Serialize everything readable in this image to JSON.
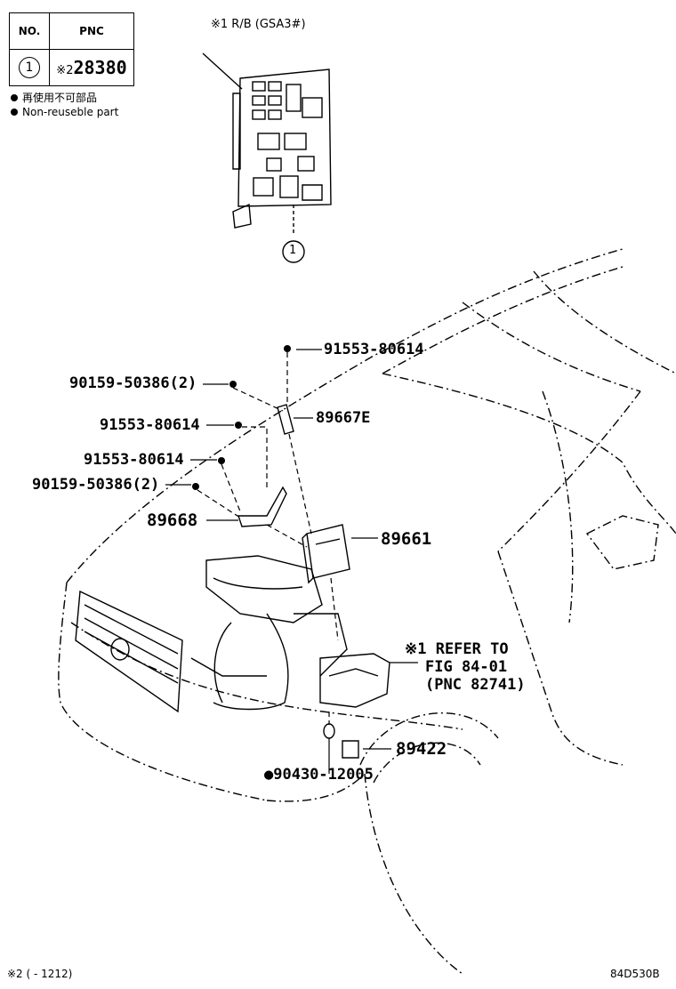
{
  "table": {
    "header_no": "NO.",
    "header_pnc": "PNC",
    "row_no": "1",
    "row_prefix": "※2",
    "row_pnc": "28380"
  },
  "legend": {
    "jp": "再使用不可部品",
    "en": "Non-reuseble part"
  },
  "inset": {
    "title": "※1 R/B (GSA3#)",
    "callout": "1"
  },
  "labels": {
    "p91553_top": "91553-80614",
    "p90159_a": "90159-50386(2)",
    "p89667E": "89667E",
    "p91553_mid": "91553-80614",
    "p91553_low": "91553-80614",
    "p90159_b": "90159-50386(2)",
    "p89668": "89668",
    "p89661": "89661",
    "refer1": "※1 REFER TO",
    "refer2": "FIG 84-01",
    "refer3": "(PNC 82741)",
    "p89422": "89422",
    "p90430": "●90430-12005"
  },
  "footer": {
    "note": "※2 (     - 1212)",
    "code": "84D530B"
  }
}
